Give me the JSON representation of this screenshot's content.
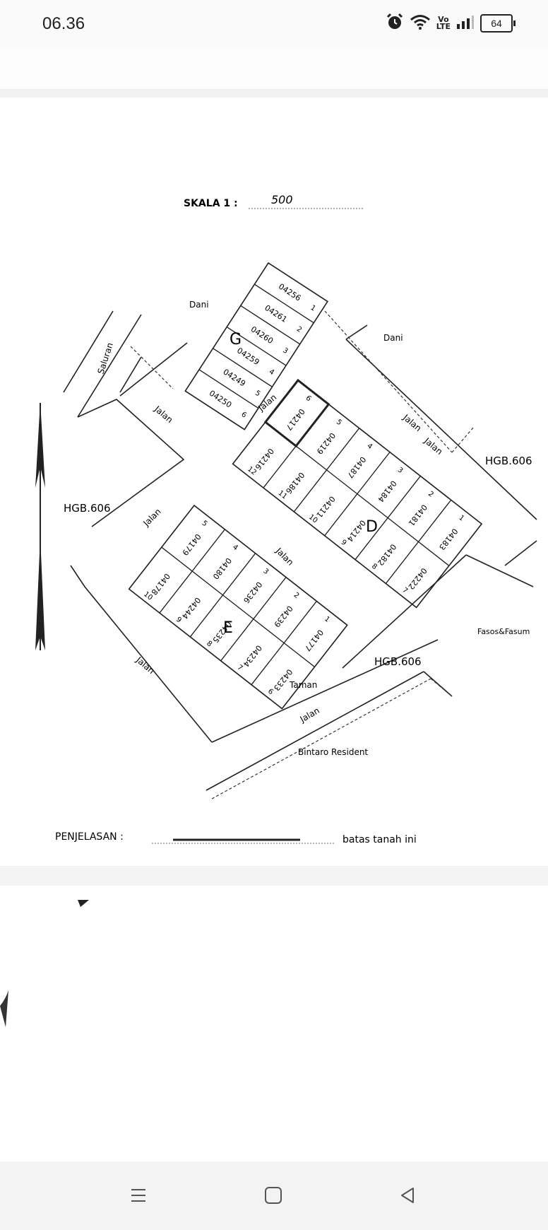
{
  "status_bar": {
    "time": "06.36",
    "volte_top": "Vo",
    "volte_bottom": "LTE",
    "battery": "64"
  },
  "map": {
    "scale_label": "SKALA 1 :",
    "scale_value": "500",
    "labels": {
      "dani_left": "Dani",
      "dani_right": "Dani",
      "saluran": "Saluran",
      "jalan_1": "Jalan",
      "jalan_2": "Jalan",
      "jalan_3": "Jalan",
      "jalan_4": "Jalan",
      "jalan_5": "Jalan",
      "jalan_6": "Jalan",
      "jalan_7": "Jalan",
      "jalan_8": "Jalan",
      "hgb_left": "HGB.606",
      "hgb_right": "HGB.606",
      "hgb_bottom": "HGB.606",
      "fasos": "Fasos&Fasum",
      "taman": "Taman",
      "bintaro": "Bintaro Resident",
      "block_g": "G",
      "block_d": "D",
      "block_e": "E"
    },
    "block_g": {
      "lots": [
        {
          "id": "04256",
          "num": "1"
        },
        {
          "id": "04261",
          "num": "2"
        },
        {
          "id": "04260",
          "num": "3"
        },
        {
          "id": "04259",
          "num": "4"
        },
        {
          "id": "04249",
          "num": "5"
        },
        {
          "id": "04250",
          "num": "6"
        }
      ]
    },
    "block_d": {
      "top_row": [
        {
          "id": "04217",
          "num": "6"
        },
        {
          "id": "04219",
          "num": "5"
        },
        {
          "id": "04187",
          "num": "4"
        },
        {
          "id": "04184",
          "num": "3"
        },
        {
          "id": "04181",
          "num": "2"
        },
        {
          "id": "04183",
          "num": "1"
        }
      ],
      "bottom_row": [
        {
          "id": "04216",
          "num": "12"
        },
        {
          "id": "04186",
          "num": "11"
        },
        {
          "id": "04211",
          "num": "10"
        },
        {
          "id": "04214",
          "num": "9"
        },
        {
          "id": "04182",
          "num": "8"
        },
        {
          "id": "04222",
          "num": "7"
        }
      ]
    },
    "block_e": {
      "top_row": [
        {
          "id": "04179",
          "num": "5"
        },
        {
          "id": "04180",
          "num": "4"
        },
        {
          "id": "04236",
          "num": "3"
        },
        {
          "id": "04239",
          "num": "2"
        },
        {
          "id": "04177",
          "num": "1"
        }
      ],
      "bottom_row": [
        {
          "id": "04178",
          "num": "10"
        },
        {
          "id": "04244",
          "num": "9"
        },
        {
          "id": "04235",
          "num": "8"
        },
        {
          "id": "04234",
          "num": "7"
        },
        {
          "id": "04233",
          "num": "6"
        }
      ]
    },
    "legend_title": "PENJELASAN :",
    "legend_text": "batas tanah ini"
  }
}
